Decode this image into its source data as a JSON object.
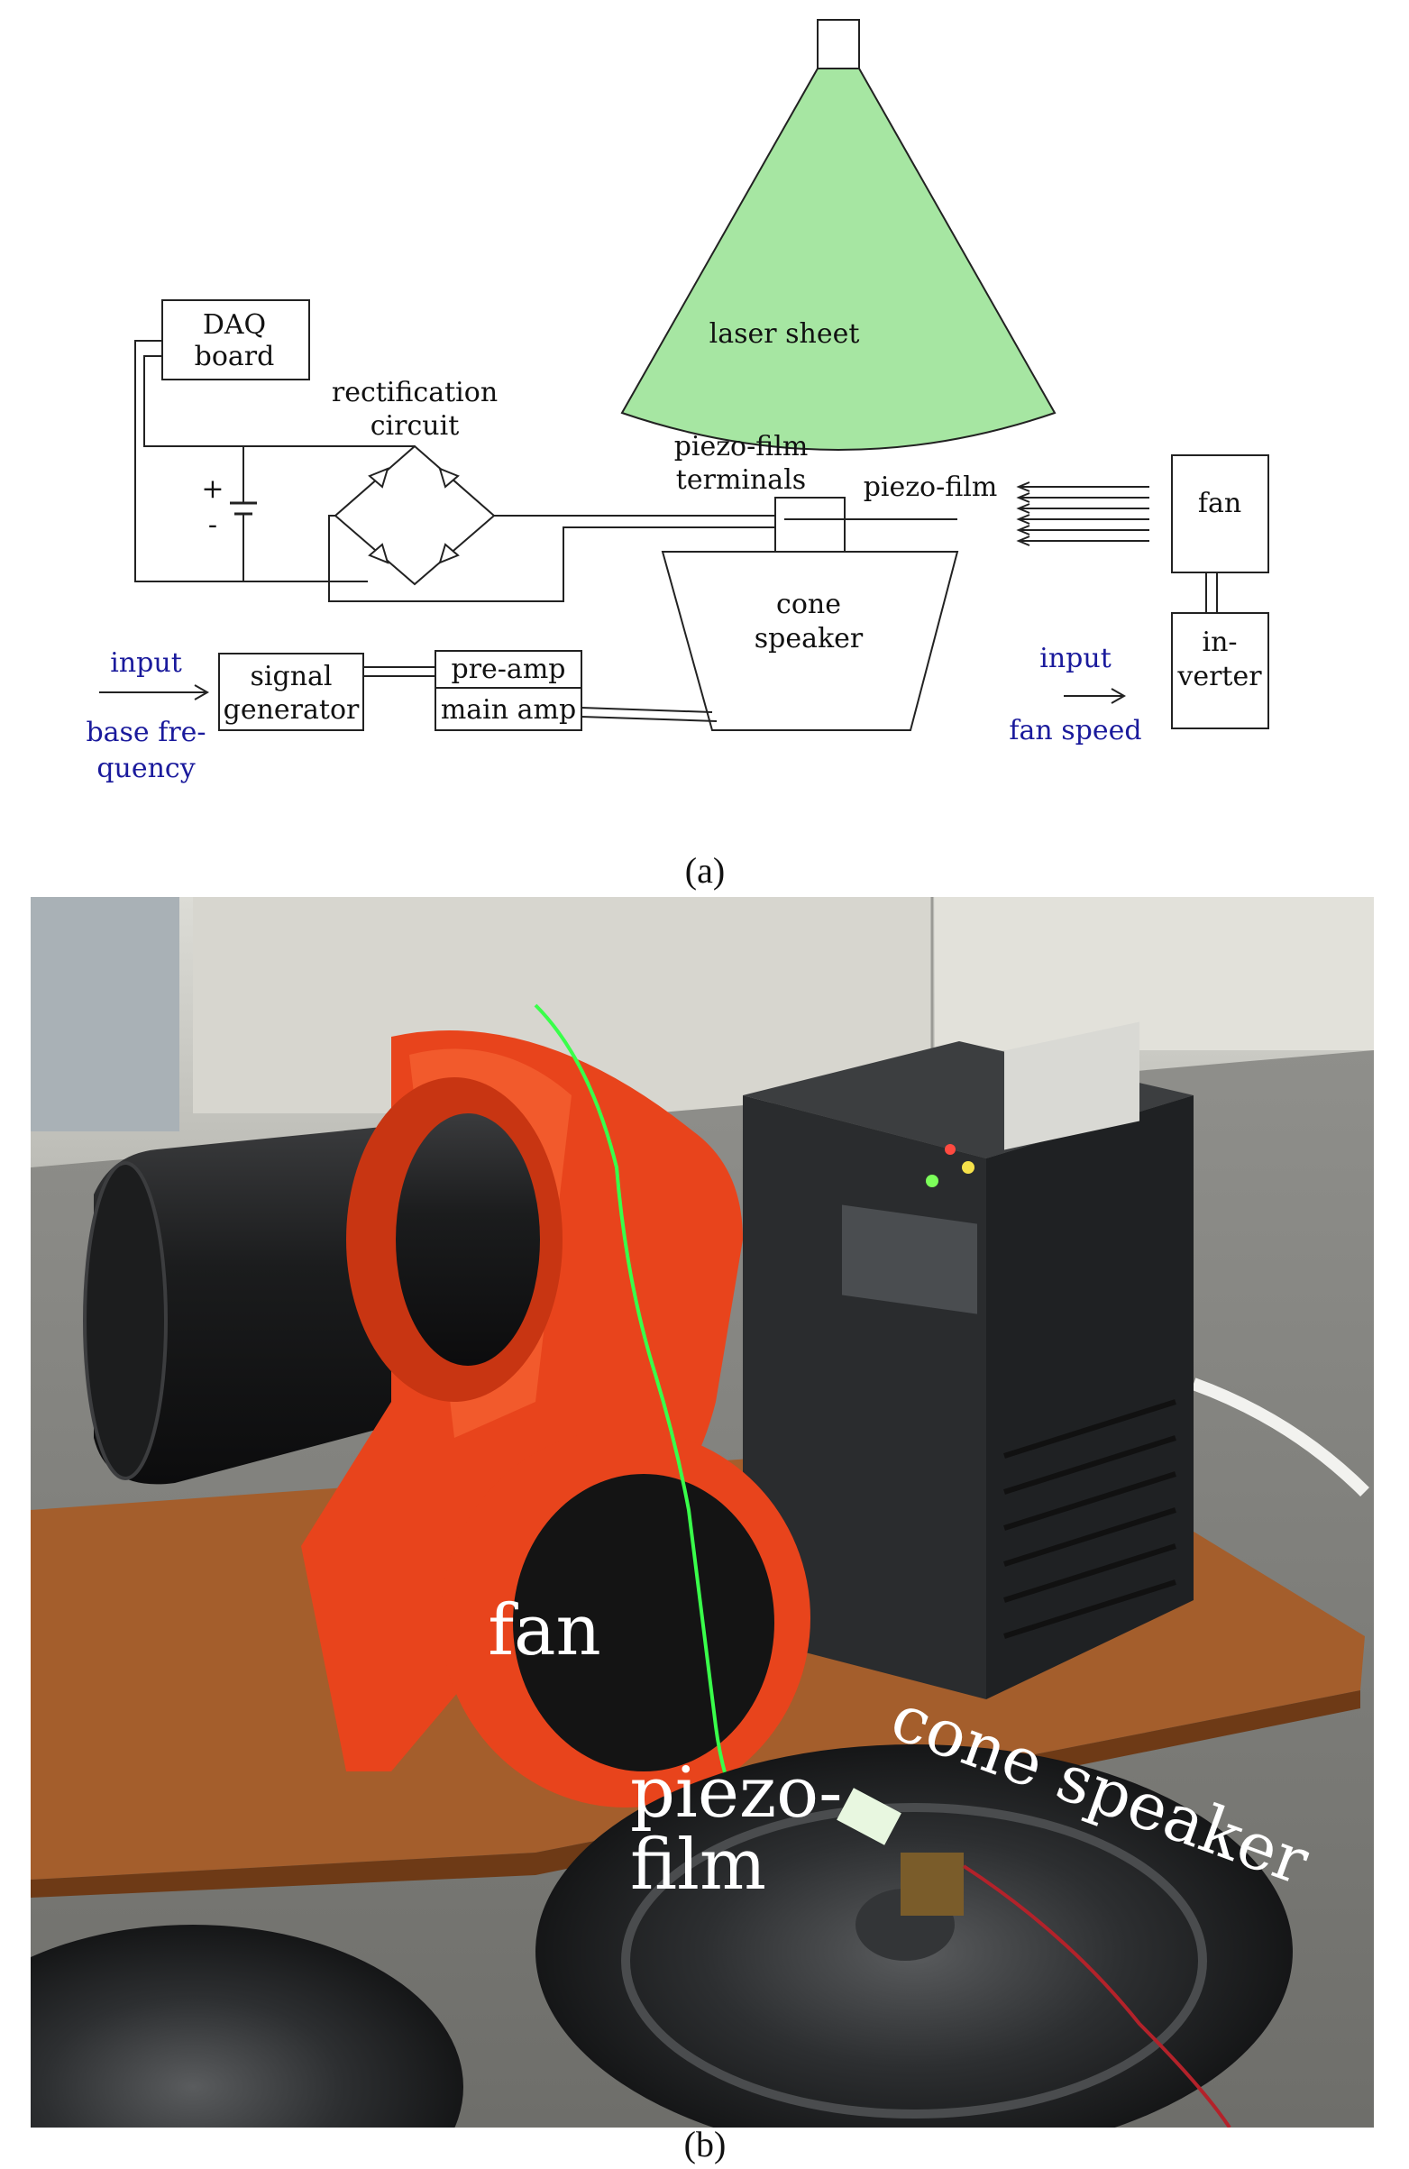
{
  "diagram": {
    "laser_sheet": "laser sheet",
    "daq": [
      "DAQ",
      "board"
    ],
    "rectification": [
      "rectification",
      "circuit"
    ],
    "battery_plus": "+",
    "battery_minus": "-",
    "terminals": [
      "piezo-film",
      "terminals"
    ],
    "piezo_film": "piezo-film",
    "fan": "fan",
    "inverter": [
      "in-",
      "verter"
    ],
    "speaker": [
      "cone",
      "speaker"
    ],
    "signal_generator": [
      "signal",
      "generator"
    ],
    "amp": [
      "pre-amp",
      "main amp"
    ],
    "input_left": [
      "input",
      "base fre-",
      "quency"
    ],
    "input_right": [
      "input",
      "fan speed"
    ],
    "colors": {
      "laser": "#a6e6a2",
      "blue_text": "#1a1a9c"
    }
  },
  "captions": {
    "a": "(a)",
    "b": "(b)"
  },
  "photo": {
    "fan": "fan",
    "piezo": [
      "piezo-",
      "film"
    ],
    "speaker": "cone speaker",
    "colors": {
      "fan_body": "#e8441c",
      "laser_line": "#39ff4a",
      "inverter": "#2c2e30",
      "wood": "#a45e2c",
      "floor": "#8a8a86"
    }
  }
}
